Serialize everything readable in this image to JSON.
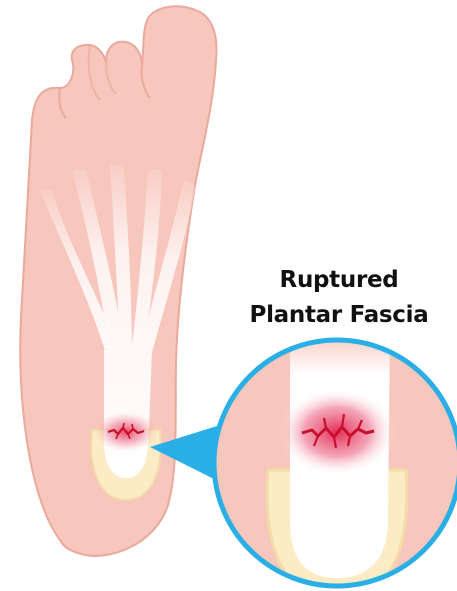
{
  "figure": {
    "label_line1": "Ruptured",
    "label_line2": "Plantar Fascia"
  },
  "colors": {
    "skin": "#f7c6bc",
    "skin_outline": "#e9a99d",
    "fascia": "#ffffff",
    "heel_pad": "#fbecc6",
    "rupture": "#c8102e",
    "inflammation": "#ec6a80",
    "callout_ring": "#29aee6"
  },
  "icons": {
    "foot": "foot-sole-illustration",
    "magnifier": "magnified-heel-callout"
  }
}
